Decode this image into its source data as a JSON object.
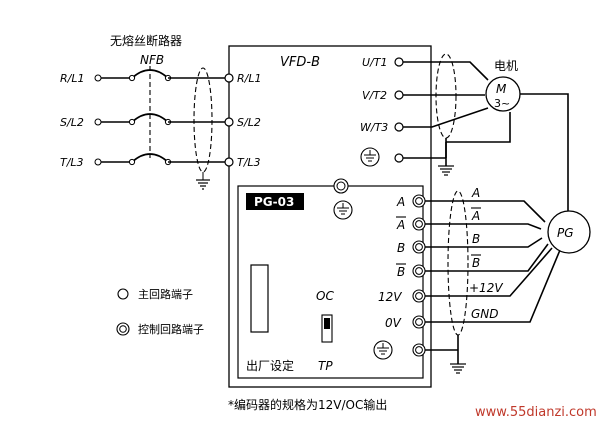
{
  "breaker": {
    "title": "无熔丝断路器",
    "code": "NFB"
  },
  "vfd": {
    "label": "VFD-B"
  },
  "pg_card": {
    "label": "PG-03",
    "oc_label": "OC",
    "tp_label": "TP",
    "factory_setting": "出厂设定"
  },
  "motor": {
    "title": "电机",
    "symbol": "M",
    "phase": "3~"
  },
  "encoder": {
    "label": "PG"
  },
  "supply_lines": [
    "R/L1",
    "S/L2",
    "T/L3"
  ],
  "input_terminals": [
    "R/L1",
    "S/L2",
    "T/L3"
  ],
  "output_terminals": [
    "U/T1",
    "V/T2",
    "W/T3"
  ],
  "pg_terminals": [
    "A",
    "A",
    "B",
    "B",
    "12V",
    "0V"
  ],
  "encoder_signals": [
    "A",
    "A",
    "B",
    "B",
    "+12V",
    "GND"
  ],
  "legend": {
    "main_terminal": "主回路端子",
    "control_terminal": "控制回路端子"
  },
  "footnote": "*编码器的规格为12V/OC输出",
  "watermark": "www.55dianzi.com",
  "colors": {
    "line": "#000000",
    "background": "#ffffff",
    "watermark": "#c0392b"
  }
}
